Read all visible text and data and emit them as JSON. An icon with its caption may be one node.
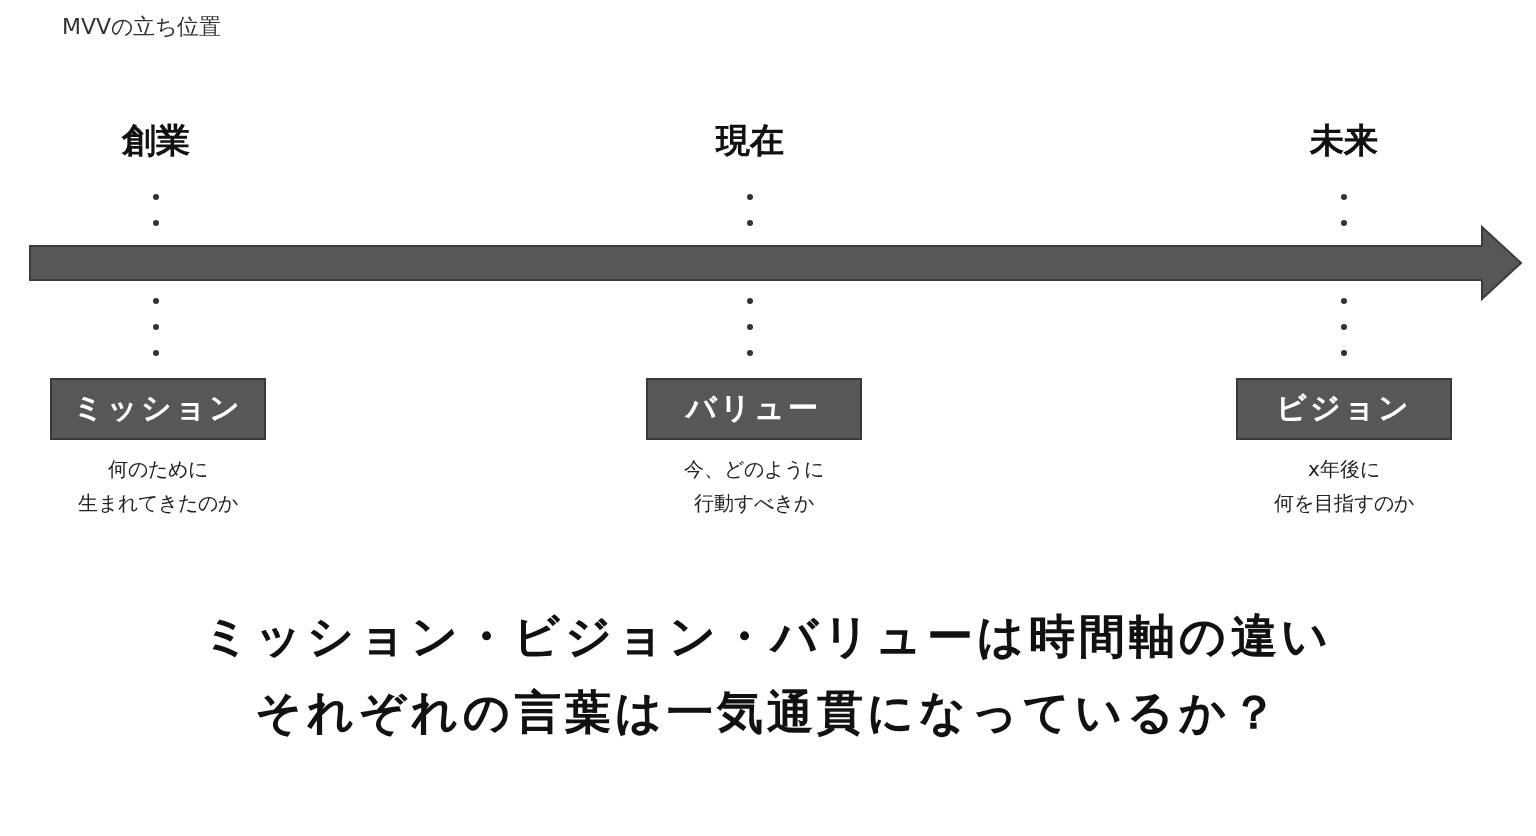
{
  "diagram": {
    "title": "MVVの立ち位置",
    "nodes": [
      {
        "text": [
          "創業"
        ]
      },
      {
        "text": [
          "現在"
        ]
      },
      {
        "text": [
          "未来"
        ]
      },
      {
        "text": [
          "ミッション"
        ],
        "beside": [
          "何のために",
          "生まれてきたのか"
        ]
      },
      {
        "text": [
          "バリュー"
        ],
        "beside": [
          "今、どのように",
          "行動すべきか"
        ]
      },
      {
        "text": [
          "ビジョン"
        ],
        "beside": [
          "x年後に",
          "何を目指すのか"
        ]
      }
    ],
    "edges": [
      {
        "from": 0,
        "to": 3,
        "arrow": "none",
        "style": "dashed"
      },
      {
        "from": 1,
        "to": 4,
        "arrow": "none",
        "style": "dashed"
      },
      {
        "from": 2,
        "to": 5,
        "arrow": "none",
        "style": "dashed"
      }
    ],
    "labels": [
      "ミッション・ビジョン・バリューは時間軸の違い",
      "それぞれの言葉は一気通貫になっているか？"
    ]
  }
}
